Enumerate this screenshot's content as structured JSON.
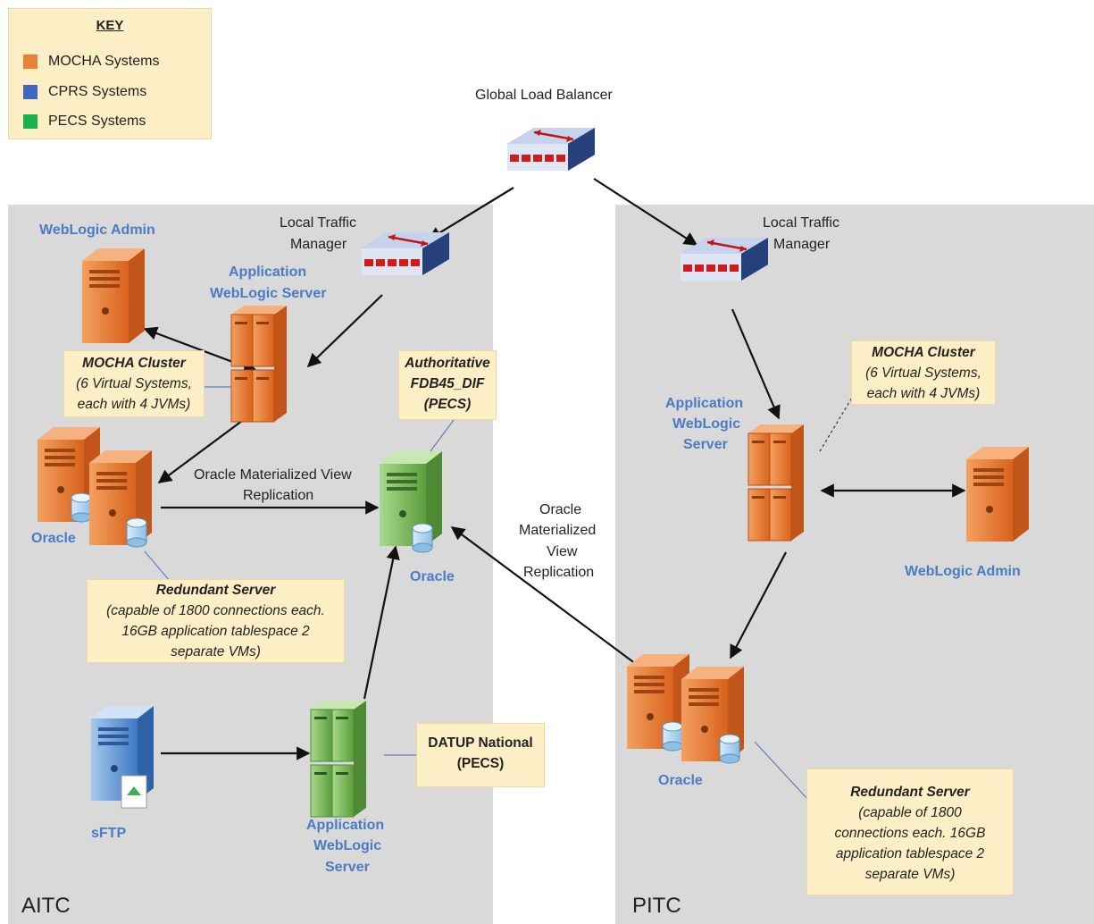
{
  "key": {
    "title": "KEY",
    "items": [
      {
        "label": "MOCHA Systems",
        "color": "#e8823a"
      },
      {
        "label": "CPRS Systems",
        "color": "#3f67c2"
      },
      {
        "label": "PECS Systems",
        "color": "#18b24a"
      }
    ]
  },
  "colors": {
    "region_bg": "#d9d9d9",
    "note_bg": "#fdefc5",
    "label_blue": "#4a7cc4",
    "mocha_orange": "#e8823a",
    "pecs_green": "#7cc25a",
    "cprs_blue": "#4a7cc4"
  },
  "global_lb": {
    "label": "Global Load Balancer"
  },
  "aitc": {
    "name": "AITC",
    "ltm_label_1": "Local Traffic",
    "ltm_label_2": "Manager",
    "weblogic_admin": "WebLogic Admin",
    "app_server_1": "Application",
    "app_server_2": "WebLogic Server",
    "cluster_note": {
      "title": "MOCHA Cluster",
      "line1": "(6 Virtual Systems,",
      "line2": "each with 4 JVMs)"
    },
    "oracle": "Oracle",
    "replication_1": "Oracle Materialized View",
    "replication_2": "Replication",
    "redundant_note": {
      "title": "Redundant Server",
      "line1": "(capable of 1800 connections each.",
      "line2": "16GB application tablespace 2",
      "line3": "separate VMs)"
    },
    "sftp": "sFTP",
    "pecs_app_1": "Application",
    "pecs_app_2": "WebLogic",
    "pecs_app_3": "Server",
    "datup_note": {
      "line1": "DATUP National",
      "line2": "(PECS)"
    }
  },
  "central": {
    "auth_note": {
      "line1": "Authoritative",
      "line2": "FDB45_DIF",
      "line3": "(PECS)"
    },
    "oracle": "Oracle",
    "replication_1": "Oracle",
    "replication_2": "Materialized",
    "replication_3": "View",
    "replication_4": "Replication"
  },
  "pitc": {
    "name": "PITC",
    "ltm_label_1": "Local Traffic",
    "ltm_label_2": "Manager",
    "app_server_1": "Application",
    "app_server_2": "WebLogic",
    "app_server_3": "Server",
    "cluster_note": {
      "title": "MOCHA Cluster",
      "line1": "(6 Virtual Systems,",
      "line2": "each with 4 JVMs)"
    },
    "weblogic_admin": "WebLogic Admin",
    "oracle": "Oracle",
    "redundant_note": {
      "title": "Redundant Server",
      "line1": "(capable of 1800",
      "line2": "connections each. 16GB",
      "line3": "application tablespace 2",
      "line4": "separate VMs)"
    }
  }
}
